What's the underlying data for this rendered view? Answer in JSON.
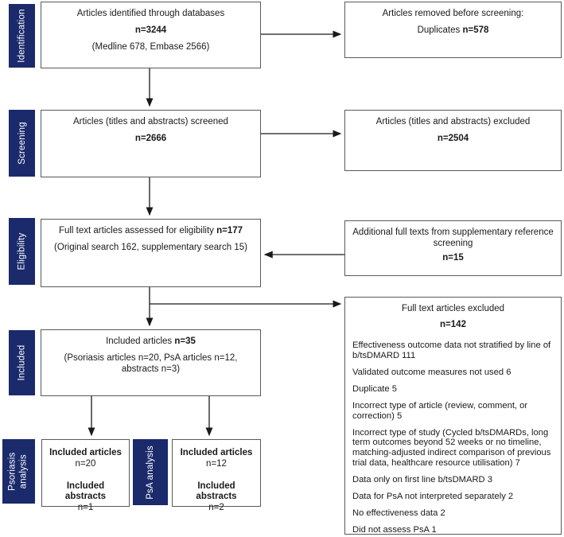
{
  "palette": {
    "stage_bg": "#1b2a6b",
    "stage_text": "#ffffff",
    "box_border": "#595959",
    "arrow": "#1a1a1a"
  },
  "stages": {
    "identification": "Identification",
    "screening": "Screening",
    "eligibility": "Eligibility",
    "included": "Included",
    "psoriasis_analysis": "Psoriasis analysis",
    "psa_analysis": "PsA analysis"
  },
  "boxes": {
    "identified": {
      "title": "Articles identified through databases",
      "n": "n=3244",
      "detail": "(Medline 678, Embase 2566)"
    },
    "removed": {
      "title": "Articles removed before screening:",
      "label": "Duplicates ",
      "n": "n=578"
    },
    "screened": {
      "title": "Articles (titles and abstracts) screened",
      "n": "n=2666"
    },
    "screen_excluded": {
      "title": "Articles (titles and abstracts) excluded",
      "n": "n=2504"
    },
    "eligibility": {
      "title": "Full text articles assessed for eligibility ",
      "n": "n=177",
      "detail": "(Original search 162, supplementary search 15)"
    },
    "supplementary": {
      "title": "Additional full texts from supplementary reference screening",
      "n": "n=15"
    },
    "included": {
      "title": "Included articles ",
      "n": "n=35",
      "detail": "(Psoriasis articles n=20, PsA articles n=12, abstracts n=3)"
    },
    "fulltext_excluded": {
      "title": "Full text articles excluded",
      "n": "n=142",
      "reasons": [
        "Effectiveness outcome data not stratified by line of b/tsDMARD 111",
        "Validated outcome measures not used 6",
        "Duplicate 5",
        "Incorrect type of article (review, comment, or correction) 5",
        "Incorrect type of study (Cycled b/tsDMARDs, long term outcomes beyond 52 weeks or no timeline, matching-adjusted indirect comparison of previous trial data, healthcare resource utilisation) 7",
        "Data only on first line b/tsDMARD 3",
        "Data for PsA not interpreted separately 2",
        "No effectiveness data 2",
        "Did not assess PsA 1"
      ]
    },
    "psoriasis_result": {
      "articles_label": "Included articles",
      "articles_n": "n=20",
      "abstracts_label": "Included abstracts",
      "abstracts_n": "n=1"
    },
    "psa_result": {
      "articles_label": "Included articles",
      "articles_n": "n=12",
      "abstracts_label": "Included abstracts",
      "abstracts_n": "n=2"
    }
  }
}
